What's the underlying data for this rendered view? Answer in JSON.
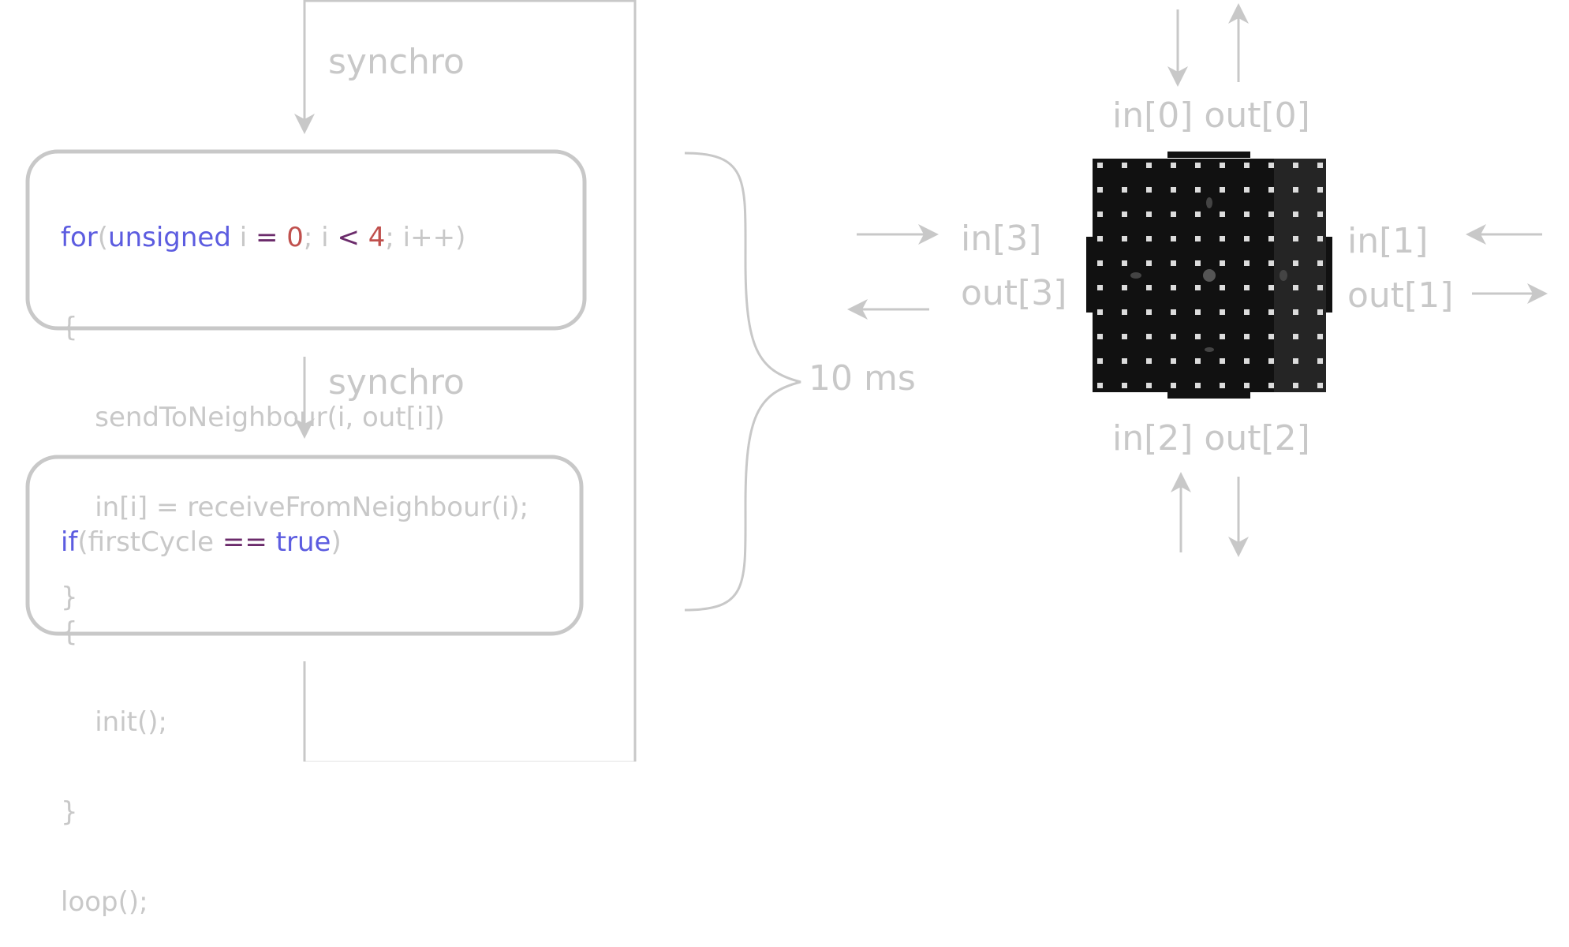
{
  "flow": {
    "synchro_top": "synchro",
    "synchro_middle": "synchro",
    "timing": "10 ms"
  },
  "block1": {
    "line1": {
      "kw1": "for",
      "p1": "(",
      "kw2": "unsigned",
      "t1": " i ",
      "op1": "=",
      "t2": " ",
      "num1": "0",
      "t3": "; i ",
      "op2": "<",
      "t4": " ",
      "num2": "4",
      "t5": "; i++)"
    },
    "line2": "{",
    "line3": "    sendToNeighbour(i, out[i])",
    "line4": "    in[i] = receiveFromNeighbour(i);",
    "line5": "}"
  },
  "block2": {
    "line1": {
      "kw1": "if",
      "t1": "(firstCycle ",
      "op1": "==",
      "t2": " ",
      "kw2": "true",
      "t3": ")"
    },
    "line2": "{",
    "line3": "    init();",
    "line4": "}",
    "line5": "loop();"
  },
  "ports": {
    "top": "in[0] out[0]",
    "bottom": "in[2] out[2]",
    "left_in": "in[3]",
    "left_out": "out[3]",
    "right_in": "in[1]",
    "right_out": "out[1]"
  },
  "colors": {
    "line": "#c8c8c8",
    "keyword": "#5c5ce0",
    "operator": "#6b2b6b",
    "number": "#c0504d",
    "module": "#111111",
    "led": "#dcdcdc"
  },
  "icons": {
    "module": "led-matrix-module-icon"
  }
}
